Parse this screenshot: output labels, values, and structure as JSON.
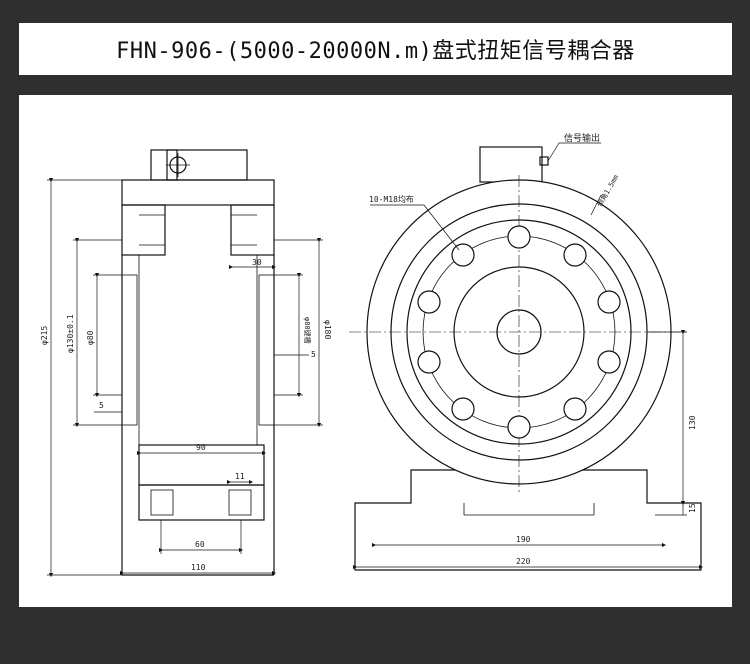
{
  "title": "FHN-906-(5000-20000N.m)盘式扭矩信号耦合器",
  "side_view": {
    "dim_30": "30",
    "dim_phi215": "φ215",
    "dim_phi130": "φ130±0.1",
    "dim_phi80": "φ80",
    "dim_phi80_key": "φ80键槽",
    "dim_phi180": "φ180",
    "dim_5_right": "5",
    "dim_5_left": "5",
    "dim_90": "90",
    "dim_11": "11",
    "dim_60": "60",
    "dim_110": "110"
  },
  "front_view": {
    "signal_output": "信号输出",
    "bolt_holes": "10-M18均布",
    "chamfer": "倒角1.5mm",
    "dim_130": "130",
    "dim_15": "15",
    "dim_190": "190",
    "dim_220": "220"
  }
}
